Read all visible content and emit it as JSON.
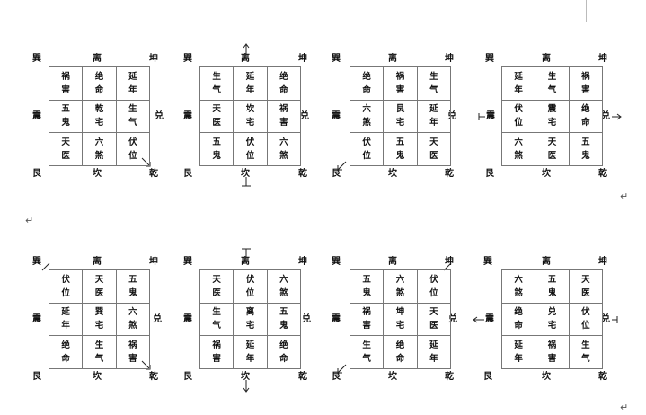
{
  "directions": {
    "xun": "巽",
    "li": "离",
    "kun": "坤",
    "zhen": "震",
    "dui": "兑",
    "gen": "艮",
    "kan": "坎",
    "qian": "乾"
  },
  "diagrams": [
    {
      "house": "乾宅",
      "cells": [
        [
          "祸",
          "害"
        ],
        [
          "绝",
          "命"
        ],
        [
          "延",
          "年"
        ],
        [
          "五",
          "鬼"
        ],
        [
          "乾",
          "宅"
        ],
        [
          "生",
          "气"
        ],
        [
          "天",
          "医"
        ],
        [
          "六",
          "煞"
        ],
        [
          "伏",
          "位"
        ]
      ]
    },
    {
      "house": "坎宅",
      "cells": [
        [
          "生",
          "气"
        ],
        [
          "延",
          "年"
        ],
        [
          "绝",
          "命"
        ],
        [
          "天",
          "医"
        ],
        [
          "坎",
          "宅"
        ],
        [
          "祸",
          "害"
        ],
        [
          "五",
          "鬼"
        ],
        [
          "伏",
          "位"
        ],
        [
          "六",
          "煞"
        ]
      ]
    },
    {
      "house": "艮宅",
      "cells": [
        [
          "绝",
          "命"
        ],
        [
          "祸",
          "害"
        ],
        [
          "生",
          "气"
        ],
        [
          "六",
          "煞"
        ],
        [
          "艮",
          "宅"
        ],
        [
          "延",
          "年"
        ],
        [
          "伏",
          "位"
        ],
        [
          "五",
          "鬼"
        ],
        [
          "天",
          "医"
        ]
      ]
    },
    {
      "house": "震宅",
      "cells": [
        [
          "延",
          "年"
        ],
        [
          "生",
          "气"
        ],
        [
          "祸",
          "害"
        ],
        [
          "伏",
          "位"
        ],
        [
          "震",
          "宅"
        ],
        [
          "绝",
          "命"
        ],
        [
          "六",
          "煞"
        ],
        [
          "天",
          "医"
        ],
        [
          "五",
          "鬼"
        ]
      ]
    },
    {
      "house": "巽宅",
      "cells": [
        [
          "伏",
          "位"
        ],
        [
          "天",
          "医"
        ],
        [
          "五",
          "鬼"
        ],
        [
          "延",
          "年"
        ],
        [
          "巽",
          "宅"
        ],
        [
          "六",
          "煞"
        ],
        [
          "绝",
          "命"
        ],
        [
          "生",
          "气"
        ],
        [
          "祸",
          "害"
        ]
      ]
    },
    {
      "house": "离宅",
      "cells": [
        [
          "天",
          "医"
        ],
        [
          "伏",
          "位"
        ],
        [
          "六",
          "煞"
        ],
        [
          "生",
          "气"
        ],
        [
          "离",
          "宅"
        ],
        [
          "五",
          "鬼"
        ],
        [
          "祸",
          "害"
        ],
        [
          "延",
          "年"
        ],
        [
          "绝",
          "命"
        ]
      ]
    },
    {
      "house": "坤宅",
      "cells": [
        [
          "五",
          "鬼"
        ],
        [
          "六",
          "煞"
        ],
        [
          "伏",
          "位"
        ],
        [
          "祸",
          "害"
        ],
        [
          "坤",
          "宅"
        ],
        [
          "天",
          "医"
        ],
        [
          "生",
          "气"
        ],
        [
          "绝",
          "命"
        ],
        [
          "延",
          "年"
        ]
      ]
    },
    {
      "house": "兑宅",
      "cells": [
        [
          "六",
          "煞"
        ],
        [
          "五",
          "鬼"
        ],
        [
          "天",
          "医"
        ],
        [
          "绝",
          "命"
        ],
        [
          "兑",
          "宅"
        ],
        [
          "伏",
          "位"
        ],
        [
          "延",
          "年"
        ],
        [
          "祸",
          "害"
        ],
        [
          "生",
          "气"
        ]
      ]
    }
  ],
  "paragraph_mark": "↵"
}
